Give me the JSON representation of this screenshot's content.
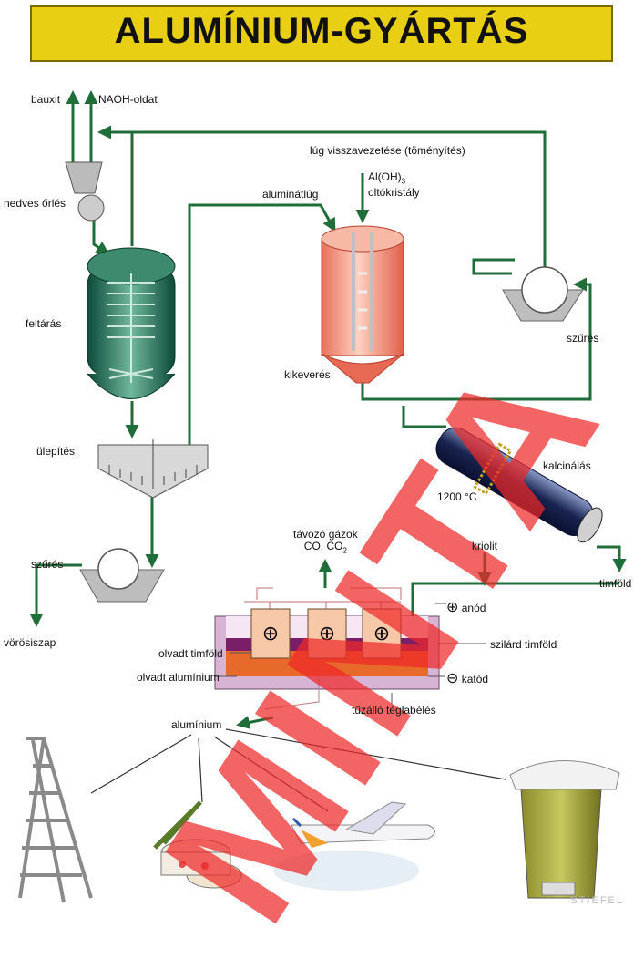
{
  "title": "ALUMÍNIUM-GYÁRTÁS",
  "labels": {
    "bauxit": "bauxit",
    "naoh": "NAOH-oldat",
    "lug": "lúg visszavezetése (töményítés)",
    "aloh_line1": "Al(OH)",
    "aloh_sub": "3",
    "aloh_line2": "oltókristály",
    "aluminatlug": "aluminátlúg",
    "nedves_orles": "nedves őrlés",
    "feltaras": "feltárás",
    "kikeveres": "kikeverés",
    "szures1": "szűrés",
    "ulepites": "ülepítés",
    "kalcinalas": "kalcinálás",
    "homerseklet": "1200 °C",
    "tavozo": "távozó gázok",
    "co": "CO, CO",
    "co_sub": "2",
    "kriolit": "kriolit",
    "szures2": "szűrés",
    "timfold": "timföld",
    "anod": "anód",
    "vorosiszap": "vörösiszap",
    "olvadt_timfold": "olvadt timföld",
    "szilard_timfold": "szilárd timföld",
    "olvadt_aluminium": "olvadt alumínium",
    "katod": "katód",
    "tuzallo": "tűzálló téglabélés",
    "aluminium": "alumínium"
  },
  "watermark": "MINTA",
  "brand": "STIEFEL",
  "colors": {
    "flow": "#1f6e3a",
    "banner": "#e8cf14",
    "watermark": "#ee2828"
  }
}
